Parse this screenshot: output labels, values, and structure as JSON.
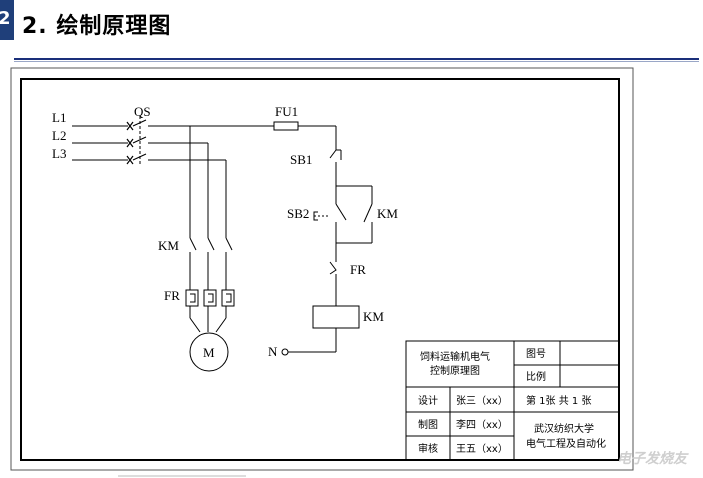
{
  "slide": {
    "section_num": "2",
    "heading": "2. 绘制原理图"
  },
  "labels": {
    "L1": "L1",
    "L2": "L2",
    "L3": "L3",
    "QS": "QS",
    "FU1": "FU1",
    "SB1": "SB1",
    "SB2": "SB2",
    "KM_contact": "KM",
    "KM_main": "KM",
    "FR_coil": "FR",
    "FR_heater": "FR",
    "KM_coil": "KM",
    "N": "N",
    "M": "M"
  },
  "title_block": {
    "name_line1": "饲料运输机电气",
    "name_line2": "控制原理图",
    "drawing_no_label": "图号",
    "scale_label": "比例",
    "design_label": "设计",
    "design_value": "张三（xx）",
    "draw_label": "制图",
    "draw_value": "李四（xx）",
    "review_label": "审核",
    "review_value": "王五（xx）",
    "sheet_info": "第 1张    共 1 张",
    "org_line1": "武汉纺织大学",
    "org_line2": "电气工程及自动化"
  },
  "watermark": "电子发烧友"
}
